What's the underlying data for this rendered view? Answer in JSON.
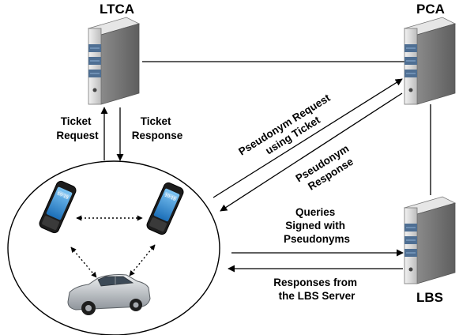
{
  "nodes": {
    "ltca": {
      "title": "LTCA"
    },
    "pca": {
      "title": "PCA"
    },
    "lbs": {
      "title": "LBS"
    }
  },
  "edges": {
    "ticket_request": [
      "Ticket",
      "Request"
    ],
    "ticket_response": [
      "Ticket",
      "Response"
    ],
    "pseudonym_request": [
      "Pseudonym Request",
      "using Ticket"
    ],
    "pseudonym_response": [
      "Pseudonym",
      "Response"
    ],
    "queries": [
      "Queries",
      "Signed with",
      "Pseudonyms"
    ],
    "responses": [
      "Responses from",
      "the LBS Server"
    ]
  },
  "devices": {
    "phone_screen_time": "10:15"
  },
  "colors": {
    "server_body": "#dcdcdc",
    "server_band": "#4f6f93",
    "phone_screen": "#2f8fd8",
    "car_body": "#c9ccd0"
  }
}
